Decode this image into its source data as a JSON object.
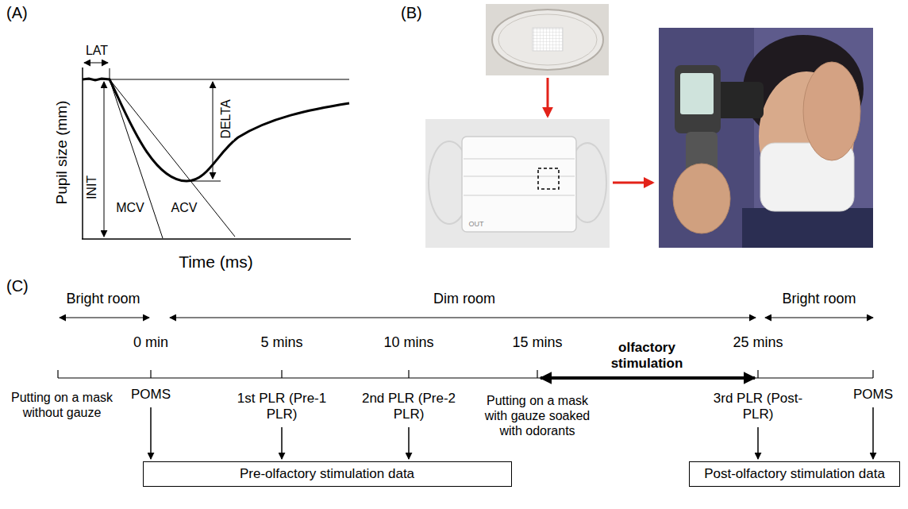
{
  "diagram": {
    "nodes": [
      {
        "text": [
          "Pre-olfactory stimulation data"
        ]
      },
      {
        "text": [
          "Post-olfactory stimulation data"
        ]
      }
    ],
    "labels": [
      "(A)",
      "Pupil size (mm)",
      "LAT",
      "DELTA",
      "INIT",
      "MCV",
      "ACV",
      "Time (ms)",
      "(B)",
      "OUT",
      "(C)",
      "Bright room",
      "Dim room",
      "Bright room",
      "0 min",
      "5 mins",
      "10 mins",
      "15 mins",
      "olfactory stimulation",
      "25 mins",
      "Putting on a mask without gauze",
      "POMS",
      "1st PLR (Pre-1 PLR)",
      "2nd PLR (Pre-2 PLR)",
      "Putting on a mask with gauze soaked with odorants",
      "3rd PLR (Post-PLR)",
      "POMS"
    ]
  }
}
